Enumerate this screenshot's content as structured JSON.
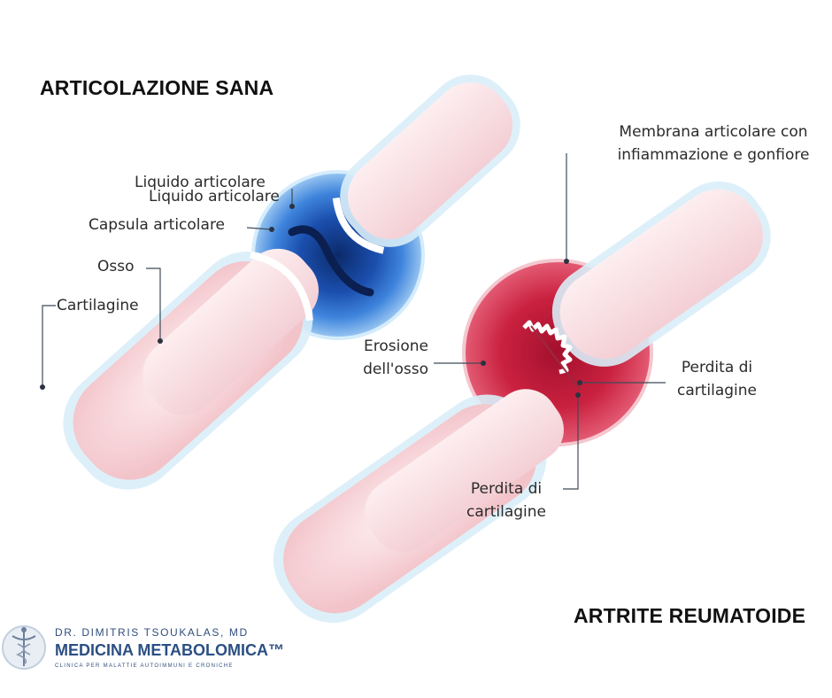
{
  "titles": {
    "healthy": "ARTICOLAZIONE SANA",
    "rheumatoid": "ARTRITE REUMATOIDE"
  },
  "healthy_labels": {
    "liquid_1": "Liquido articolare",
    "liquid_2": "Liquido articolare",
    "capsule": "Capsula articolare",
    "bone": "Osso",
    "cartilage": "Cartilagine"
  },
  "ra_labels": {
    "membrane_line1": "Membrana articolare con",
    "membrane_line2": "infiammazione e gonfiore",
    "erosion_line1": "Erosione",
    "erosion_line2": "dell'osso",
    "loss_right_line1": "Perdita di",
    "loss_right_line2": "cartilagine",
    "loss_bottom_line1": "Perdita di",
    "loss_bottom_line2": "cartilagine"
  },
  "logo": {
    "doctor": "DR. DIMITRIS TSOUKALAS, MD",
    "brand": "MEDICINA METABOLOMICA™",
    "tagline": "CLINICA PER MALATTIE AUTOIMMUNI E CRONICHE",
    "icon": "caduceus-icon"
  },
  "colors": {
    "capsule_healthy": "#1f56b5",
    "membrane_inflamed": "#c41e3a",
    "bone": "#f8dfe3",
    "bone_outline": "#cfe8f5",
    "brand": "#2b4f83"
  }
}
